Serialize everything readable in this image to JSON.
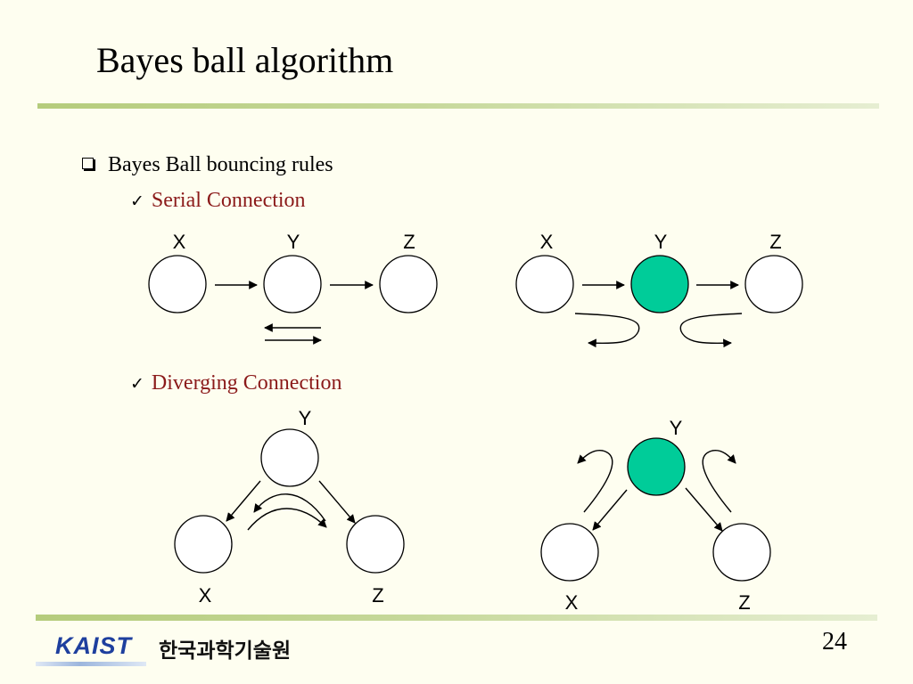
{
  "slide": {
    "title": "Bayes ball algorithm",
    "bullet": "Bayes Ball bouncing rules",
    "sub_items": [
      "Serial Connection",
      "Diverging Connection"
    ],
    "page_number": "24"
  },
  "footer": {
    "logo_text": "KAIST",
    "logo_korean": "한국과학기술원"
  },
  "diagram": {
    "serial_node_labels": [
      "X",
      "Y",
      "Z"
    ],
    "diverging_node_labels": [
      "Y",
      "X",
      "Z"
    ],
    "observed_fill": "#00cc99"
  },
  "colors": {
    "background": "#fefef0",
    "accent_rule": "#b5cc7c",
    "sub_item_text": "#8b1a1a",
    "logo_blue": "#1e3f9e"
  }
}
